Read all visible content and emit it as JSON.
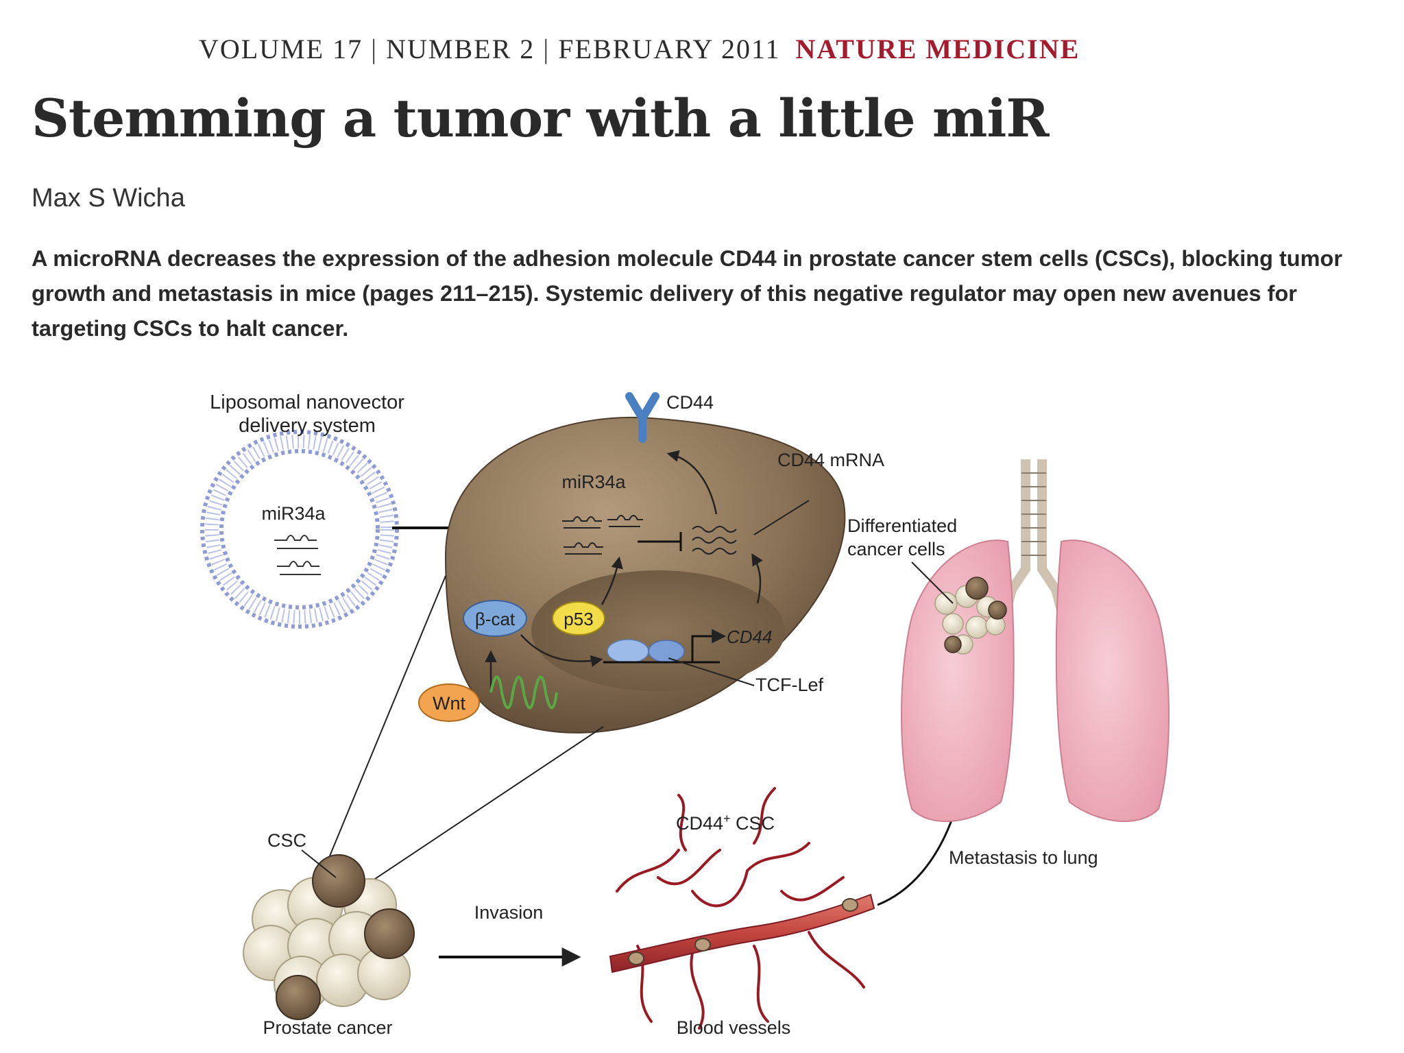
{
  "masthead": {
    "volume": "VOLUME 17",
    "number": "NUMBER 2",
    "date": "FEBRUARY 2011",
    "journal": "NATURE MEDICINE",
    "separator": "|"
  },
  "article": {
    "title": "Stemming a tumor with a little miR",
    "author": "Max S Wicha",
    "standfirst": "A microRNA decreases the expression of the adhesion molecule CD44 in prostate cancer stem cells (CSCs), blocking tumor growth and metastasis in mice (pages 211–215). Systemic delivery of this negative regulator may open new avenues for targeting CSCs to halt cancer."
  },
  "figure": {
    "liposome_label_line1": "Liposomal nanovector",
    "liposome_label_line2": "delivery system",
    "liposome_mir": "miR34a",
    "cell_mir": "miR34a",
    "cd44_receptor": "CD44",
    "cd44_mrna": "CD44 mRNA",
    "beta_cat": "β-cat",
    "p53": "p53",
    "cd44_gene": "CD44",
    "tcf_lef": "TCF-Lef",
    "wnt": "Wnt",
    "differentiated_line1": "Differentiated",
    "differentiated_line2": "cancer cells",
    "csc": "CSC",
    "cd44_csc_main": "CD44",
    "cd44_csc_sup": "+",
    "cd44_csc_tail": " CSC",
    "metastasis": "Metastasis to lung",
    "invasion": "Invasion",
    "prostate_cancer": "Prostate cancer",
    "blood_vessels": "Blood vessels"
  },
  "colors": {
    "journal_red": "#a31b2c",
    "cell_brown": "#8a7256",
    "lung_pink": "#f2b7c2",
    "vessel_red": "#9a1a24",
    "liposome_blue": "#a8b3e0",
    "beta_cat_blue": "#7fa8da",
    "p53_yellow": "#f3dc4a",
    "wnt_orange": "#f3a450",
    "receptor_blue": "#4a7fc1"
  }
}
